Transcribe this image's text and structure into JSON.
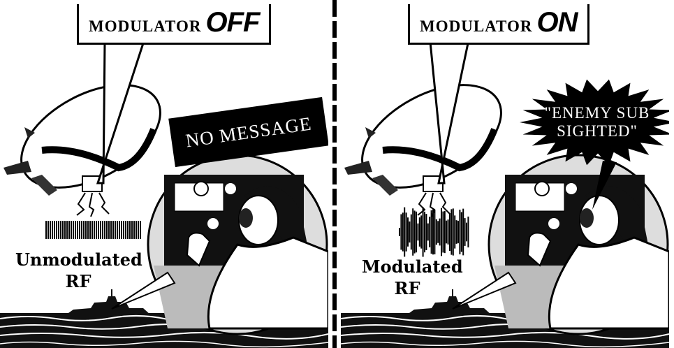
{
  "left_panel": {
    "caption_word": "MODULATOR",
    "caption_state": "OFF",
    "speech_text": "NO MESSAGE",
    "signal_label_line1": "Unmodulated",
    "signal_label_line2": "RF"
  },
  "right_panel": {
    "caption_word": "MODULATOR",
    "caption_state": "ON",
    "speech_line1": "\"ENEMY SUB",
    "speech_line2": "SIGHTED\"",
    "signal_label_line1": "Modulated",
    "signal_label_line2": "RF"
  }
}
